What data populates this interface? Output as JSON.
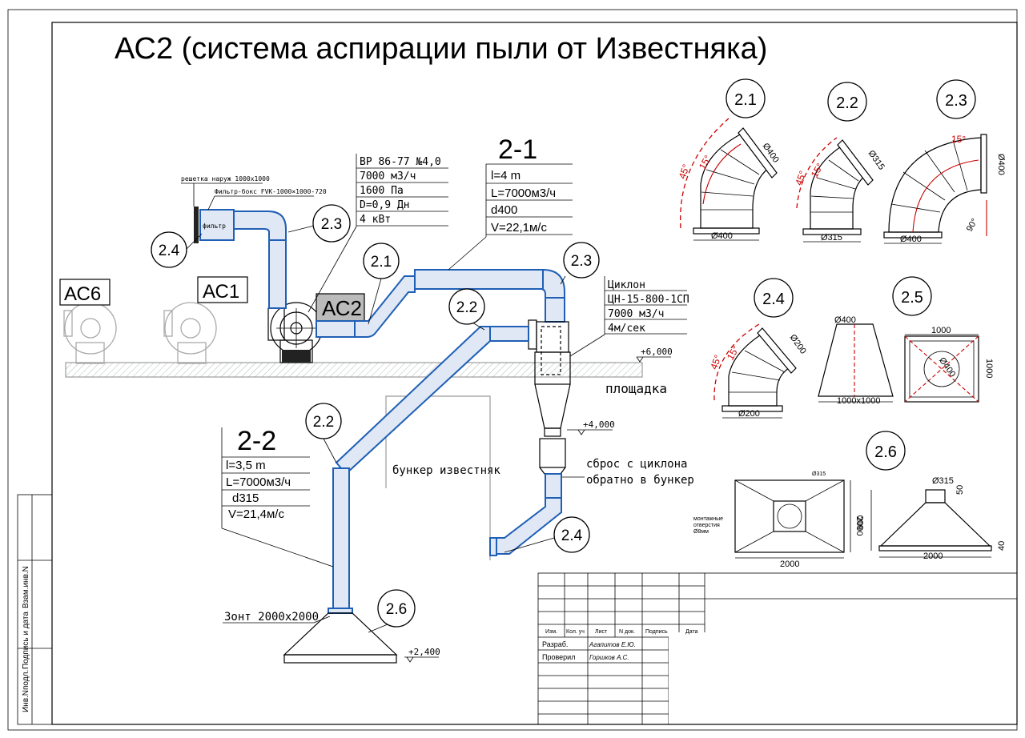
{
  "title": "АС2 (система аспирации пыли от Известняка)",
  "labels": {
    "ac6": "АС6",
    "ac1": "АС1",
    "ac2": "АС2",
    "grille": "решетка наруж 1000х1000",
    "filter_box": "Фильтр-бокс FVK-1000×1000-720",
    "filter": "фильтр",
    "platform": "площадка",
    "bunker": "бункер известняк",
    "discharge_1": "сброс с циклона",
    "discharge_2": "обратно в бункер",
    "hood": "Зонт 2000х2000"
  },
  "fan_spec": [
    "ВР 86-77 №4,0",
    "7000 м3/ч",
    "1600 Па",
    "D=0,9 Дн",
    "4 кВт"
  ],
  "cyclone_spec": [
    "Циклон",
    "ЦН-15-800-1СП",
    "7000 м3/ч",
    "4м/сек"
  ],
  "section_2_1": {
    "name": "2-1",
    "rows": [
      "l=4 m",
      "L=7000м3/ч",
      "d400",
      "V=22,1м/с"
    ]
  },
  "section_2_2": {
    "name": "2-2",
    "rows": [
      "l=3,5 m",
      "L=7000м3/ч",
      "d315",
      "V=21,4м/с"
    ]
  },
  "levels": {
    "l6": "+6,000",
    "l4": "+4,000",
    "l24": "+2,400"
  },
  "callouts": {
    "c21": "2.1",
    "c22": "2.2",
    "c23": "2.3",
    "c24": "2.4",
    "c25": "2.5",
    "c26": "2.6"
  },
  "details": {
    "d1_top": "Ø400",
    "d1_bot": "Ø400",
    "d2_top": "Ø315",
    "d2_bot": "Ø315",
    "d3_top": "Ø400",
    "d3_bot": "Ø400",
    "d4_top": "Ø200",
    "d4_bot": "Ø200",
    "angle45": "45°",
    "angle15": "15°",
    "angle90": "90°",
    "d5_top": "Ø400",
    "d5_bot": "1000х1000",
    "d5_w": "1000",
    "d5_h": "1000",
    "d5_d": "Ø400",
    "d6_pipe": "Ø315",
    "d6_w": "2000",
    "d6_h": "2000",
    "d6_w2": "2000",
    "d6_h2": "600",
    "d6_50": "50",
    "d6_40": "40",
    "d6_pipe2": "Ø315",
    "holes_1": "монтажные",
    "holes_2": "отверстия",
    "holes_3": "Ø8мм"
  },
  "stamp": {
    "header": [
      "Изм.",
      "Кол. уч",
      "Лист",
      "N док.",
      "Подпись",
      "Дата"
    ],
    "developed_label": "Разраб.",
    "developed_name": "Агапитов Е.Ю.",
    "checked_label": "Проверил",
    "checked_name": "Горшков А.С."
  },
  "sidebar": [
    "Инв.Nподл.",
    "Подпись и дата",
    "Взам.инв.N"
  ]
}
